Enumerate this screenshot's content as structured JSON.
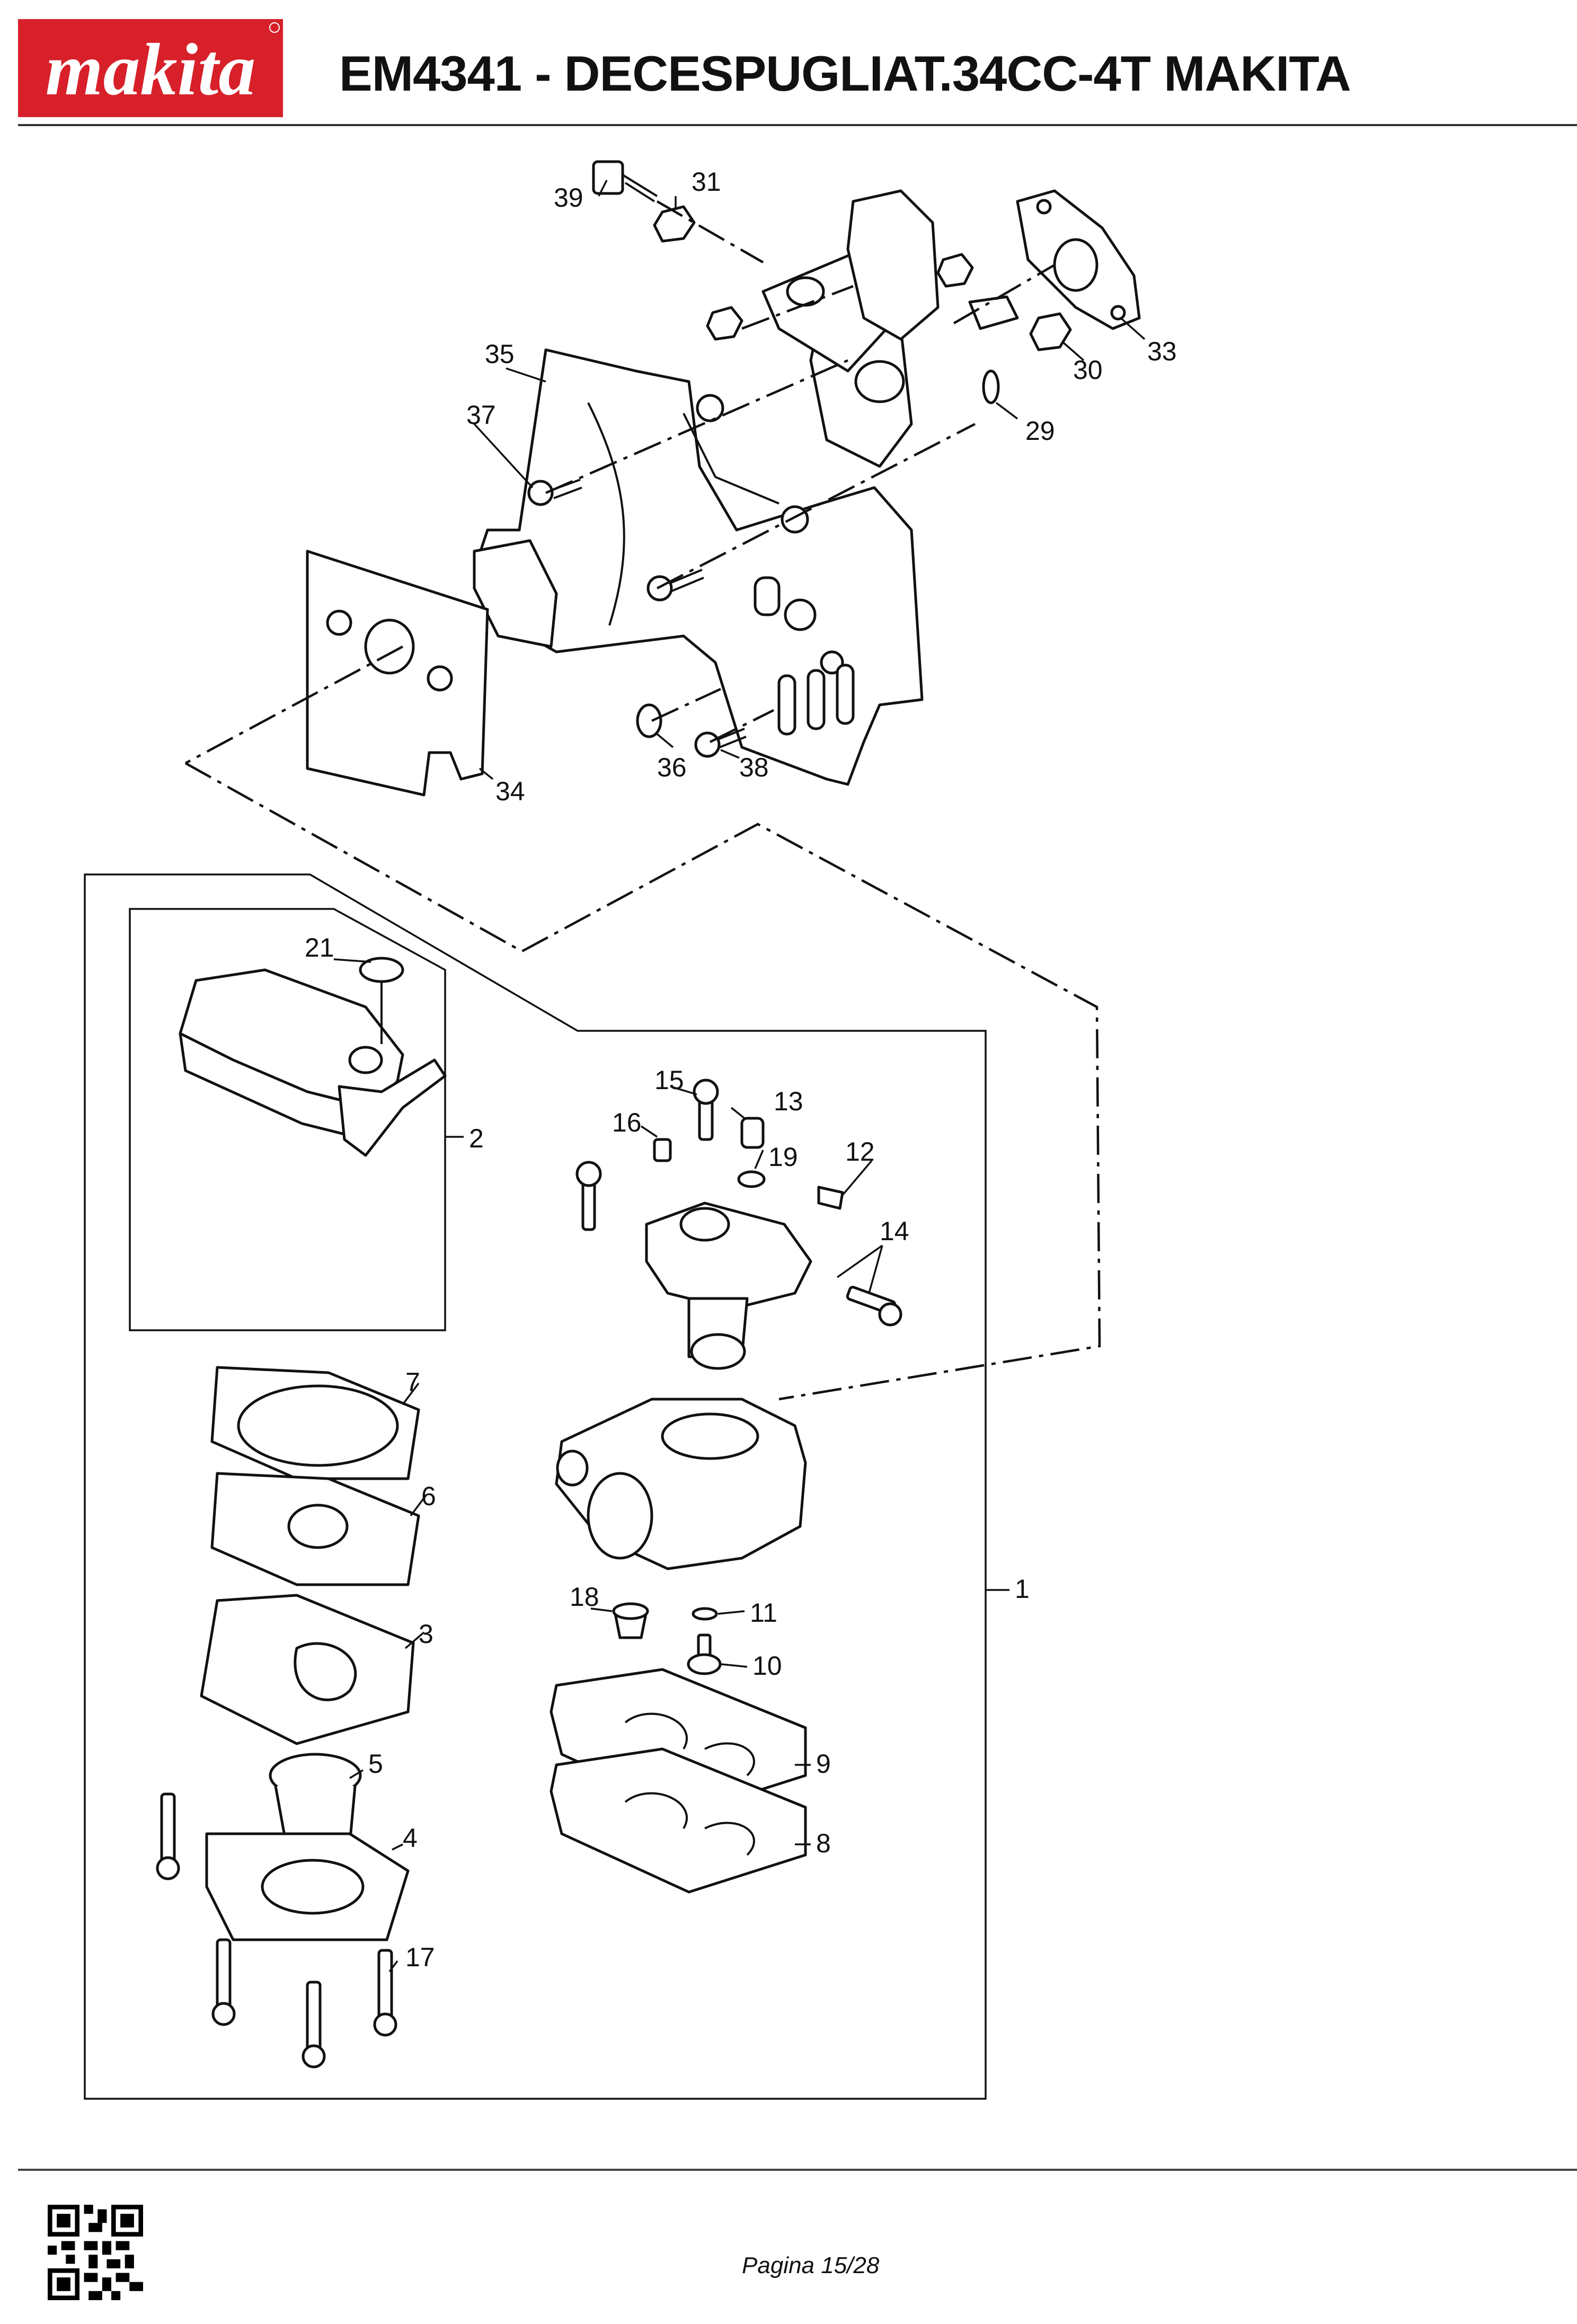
{
  "header": {
    "brand": "makita",
    "title": "EM4341 - DECESPUGLIAT.34CC-4T MAKITA"
  },
  "colors": {
    "brand_red": "#d7202a",
    "ink": "#111111"
  },
  "diagram": {
    "labels": [
      "39",
      "31",
      "33",
      "30",
      "35",
      "29",
      "37",
      "34",
      "36",
      "38",
      "21",
      "2",
      "15",
      "13",
      "16",
      "19",
      "12",
      "14",
      "7",
      "6",
      "1",
      "3",
      "18",
      "11",
      "10",
      "9",
      "5",
      "4",
      "8",
      "17"
    ]
  },
  "footer": {
    "page": "Pagina 15/28",
    "qr_icon": "qr-code-icon"
  }
}
